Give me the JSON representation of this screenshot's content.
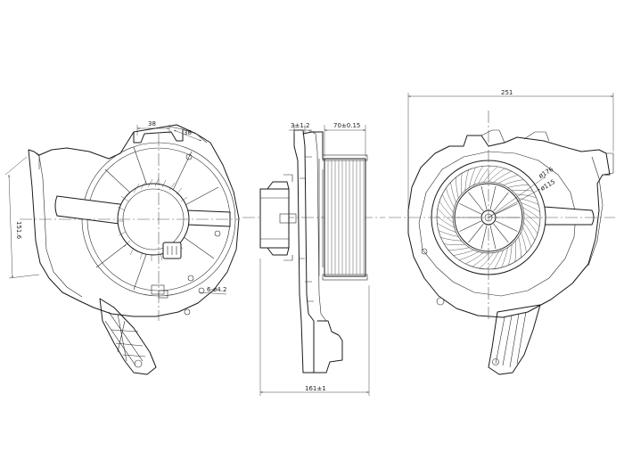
{
  "dimensions": {
    "left_width_top_a": "38",
    "left_width_top_b": "38",
    "left_height": "151.6",
    "left_hole": "6-ø4.2",
    "side_offset": "3±1.2",
    "side_wheel_width": "70±0.15",
    "side_total_width": "161±1",
    "right_width": "251",
    "right_outer_dia": "ø176",
    "right_inner_dia": "ø115"
  }
}
